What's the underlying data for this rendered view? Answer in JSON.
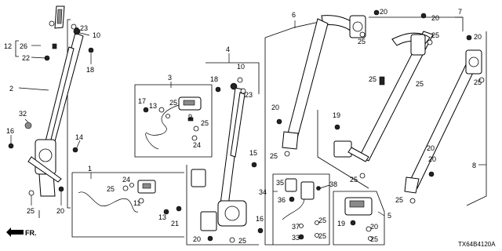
{
  "diagram_code": "TX64B4120A",
  "direction_indicator": "FR.",
  "callouts": {
    "c1": "1",
    "c2": "2",
    "c3": "3",
    "c4": "4",
    "c5": "5",
    "c6": "6",
    "c7": "7",
    "c8": "8",
    "c9": "9",
    "c10a": "10",
    "c10b": "10",
    "c11": "11",
    "c12": "12",
    "c13a": "13",
    "c13b": "13",
    "c14": "14",
    "c15": "15",
    "c16a": "16",
    "c16b": "16",
    "c17": "17",
    "c18a": "18",
    "c18b": "18",
    "c19a": "19",
    "c19b": "19",
    "c20a": "20",
    "c20b": "20",
    "c20c": "20",
    "c20d": "20",
    "c20e": "20",
    "c20f": "20",
    "c20g": "20",
    "c20h": "20",
    "c20i": "20",
    "c21": "21",
    "c22": "22",
    "c23a": "23",
    "c23b": "23",
    "c24a": "24",
    "c24b": "24",
    "c25a": "25",
    "c25b": "25",
    "c25c": "25",
    "c25d": "25",
    "c25e": "25",
    "c25f": "25",
    "c25g": "25",
    "c25h": "25",
    "c25i": "25",
    "c25j": "25",
    "c25k": "25",
    "c25l": "25",
    "c25m": "25",
    "c25n": "25",
    "c25o": "25",
    "c25p": "25",
    "c26": "26",
    "c32": "32",
    "c33": "33",
    "c34": "34",
    "c35": "35",
    "c36": "36",
    "c37": "37",
    "c38": "38"
  }
}
